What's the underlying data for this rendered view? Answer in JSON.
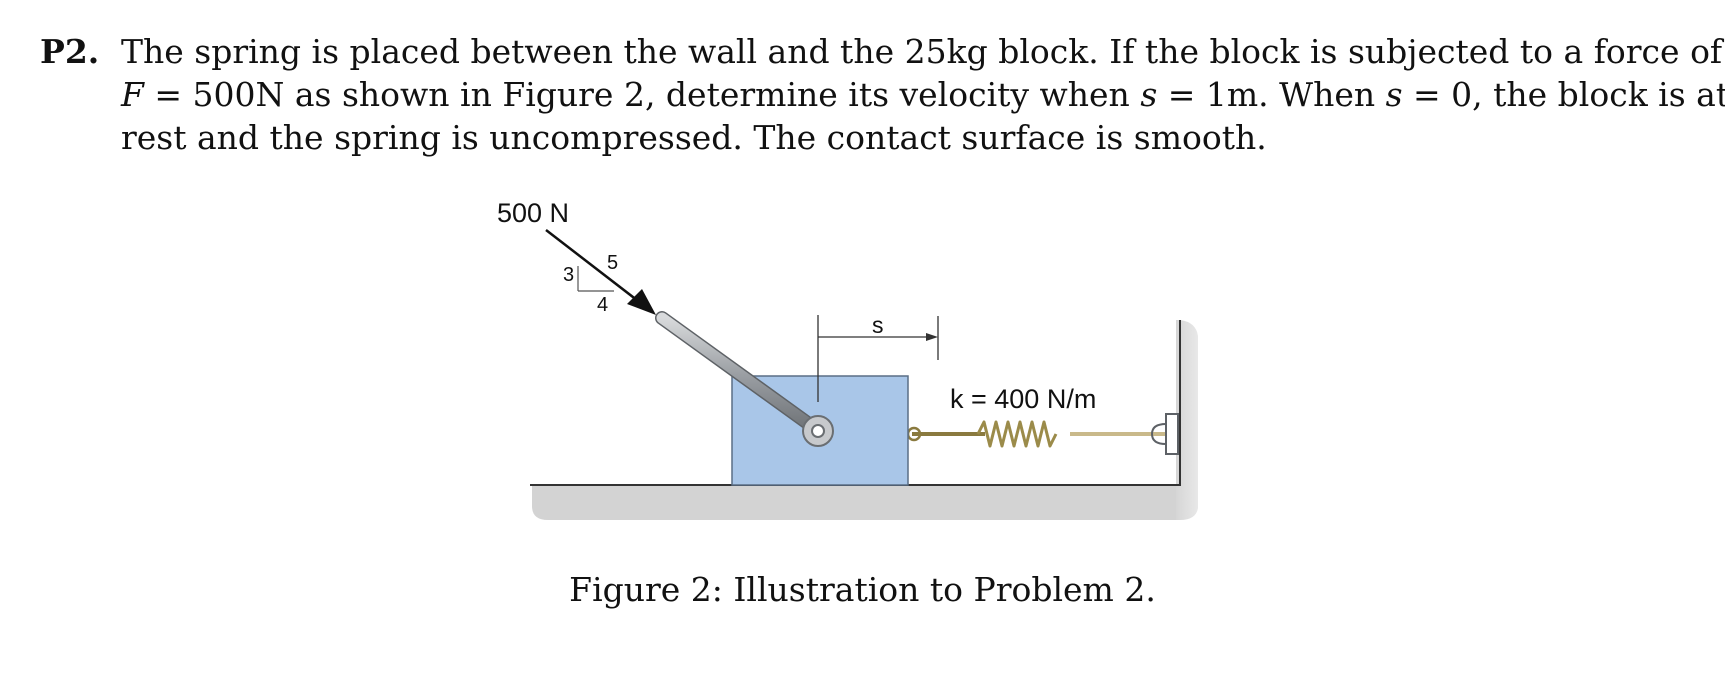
{
  "problem": {
    "number": "P2.",
    "line1": "The spring is placed between the wall and the 25kg block. If the block is subjected to a force of",
    "line2_var": "F",
    "line2_a": " = 500N as shown in Figure 2, determine its velocity when ",
    "line2_s1": "s",
    "line2_b": " = 1m. When ",
    "line2_s2": "s",
    "line2_c": " = 0, the block is at",
    "line3": "rest and the spring is uncompressed. The contact surface is smooth."
  },
  "figure": {
    "force_label": "500 N",
    "slope_rise": "3",
    "slope_hyp": "5",
    "slope_run": "4",
    "displacement_label": "s",
    "spring_label": "k = 400 N/m",
    "caption": "Figure 2: Illustration to Problem 2."
  },
  "colors": {
    "block_fill": "#a9c6e8",
    "block_stroke": "#5a6e86",
    "floor_shadow": "#d2d2d2",
    "rod": "#8e9297",
    "spring": "#9b8b4a"
  }
}
